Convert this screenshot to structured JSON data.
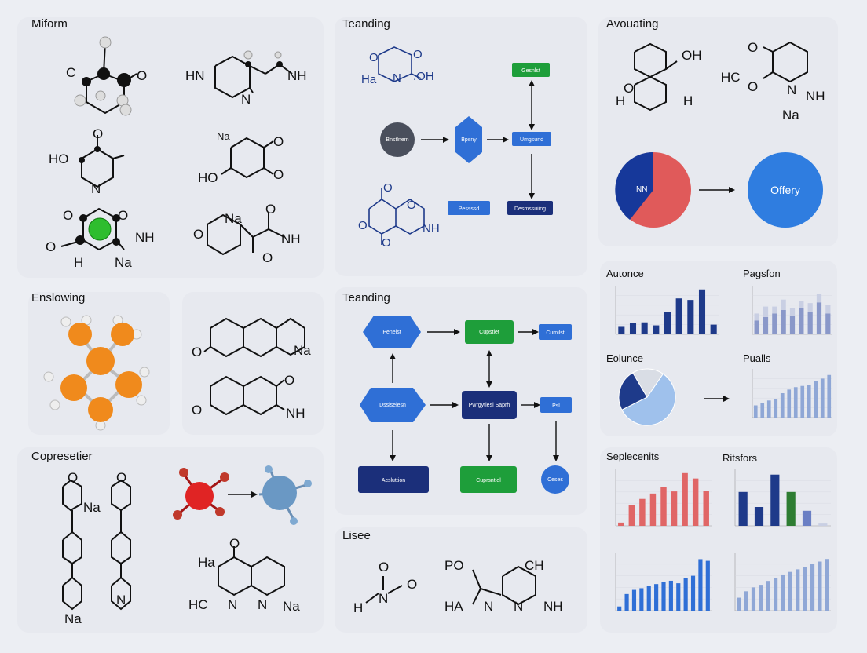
{
  "sections": {
    "miform": "Miform",
    "teanding_top": "Teanding",
    "avouating": "Avouating",
    "enslowing": "Enslowing",
    "teanding_mid": "Teanding",
    "copresetier": "Copresetier",
    "lisee": "Lisee",
    "autonce": "Autonce",
    "pagsfon": "Pagsfon",
    "eolunce": "Eolunce",
    "pualls": "Pualls",
    "seplecenits": "Seplecenits",
    "ritsfors": "Ritsfors"
  },
  "molecule_labels": {
    "m1_c": "C",
    "m1_o": "O",
    "m2_hn": "HN",
    "m2_n": "N",
    "m2_nh": "NH",
    "m3_ho": "HO",
    "m3_o": "O",
    "m3_n": "N",
    "m4_na": "Na",
    "m4_o": "O",
    "m4_ho": "HO",
    "m4_o2": "O",
    "m5_o1": "O",
    "m5_o2": "O",
    "m5_o3": "O",
    "m5_h": "H",
    "m5_nh": "NH",
    "m5_na": "Na",
    "m6_o": "O",
    "m6_na": "Na",
    "m6_o2": "O",
    "m6_nh": "NH",
    "m6_o3": "O",
    "m7_na": "Na",
    "m7_o": "O",
    "m8_o": "O",
    "m8_o2": "O",
    "m8_nh": "NH",
    "m9_o": "O",
    "m9_na": "Na",
    "m9_o2": "O",
    "m9_n": "N",
    "m9_na2": "Na",
    "m10_ha": "Ha",
    "m10_o": "O",
    "m10_hc": "HC",
    "m10_n": "N",
    "m10_n2": "N",
    "m10_na": "Na",
    "t1_o": "O",
    "t1_o2": "O",
    "t1_ha": "Ha",
    "t1_n": "N",
    "t1_oh": ".OH",
    "t2_o": "O",
    "t2_o2": "O",
    "t2_o3": "O",
    "t2_o4": "O",
    "t2_nh": "NH",
    "a1_oh": "OH",
    "a1_o": "O",
    "a1_h": "H",
    "a1_h2": "H",
    "a2_o": "O",
    "a2_hc": "HC",
    "a2_o2": "O",
    "a2_n": "N",
    "a2_nh": "NH",
    "a2_na": "Na",
    "l1_o": "O",
    "l1_o2": "O",
    "l1_h": "H",
    "l1_n": "N",
    "l2_po": "PO",
    "l2_ch": "CH",
    "l2_ha": "HA",
    "l2_n": "N",
    "l2_n2": "N",
    "l2_nh": "NH"
  },
  "flow_top": {
    "circle": "Bnstlnem",
    "diamond": "Bpsny",
    "box_top": "Gesnlst",
    "box_mid": "Umgsund",
    "box_left": "Pessssd",
    "box_right": "Desmssuiing"
  },
  "flow_mid": {
    "hex1": "Penelst",
    "box_green": "Cupstiet",
    "box_small1": "Cumilst",
    "hex2": "Dsslseiesn",
    "box_navy": "Pwrgytiesl Saprh",
    "box_small2": "Psl",
    "box_bottom_left": "Acsluttion",
    "box_bottom_green": "Cuprsntiel",
    "circle_bottom": "Ceses"
  },
  "avouating": {
    "pie_label": "NN",
    "circle_label": "Offery"
  },
  "chart_data": [
    {
      "type": "bar",
      "title": "Autonce",
      "values": [
        1,
        1.5,
        1.6,
        1.2,
        3,
        4.8,
        4.6,
        6,
        1.3
      ],
      "ylim": [
        0,
        6.5
      ],
      "colors": [
        "#1e3a8a"
      ]
    },
    {
      "type": "bar",
      "title": "Pagsfon",
      "series": [
        {
          "values": [
            2,
            2.5,
            3,
            3.5,
            2.6,
            3.8,
            3.2,
            4.6,
            3
          ]
        },
        {
          "values": [
            1,
            1.5,
            1,
            1.5,
            1.2,
            1,
            1.3,
            1.2,
            1.2
          ]
        }
      ],
      "ylim": [
        0,
        7
      ],
      "colors": [
        "#8a98c9",
        "#c9cfe3"
      ]
    },
    {
      "type": "pie",
      "title": "Eolunce",
      "values": [
        58,
        24,
        18
      ],
      "colors": [
        "#9fc1ec",
        "#1e3a8a",
        "#d9dde5"
      ]
    },
    {
      "type": "bar",
      "title": "Pualls",
      "values": [
        1,
        1.2,
        1.4,
        1.5,
        2,
        2.3,
        2.5,
        2.6,
        2.7,
        3,
        3.2,
        3.5
      ],
      "ylim": [
        0,
        4
      ],
      "colors": [
        "#8fa7d6"
      ]
    },
    {
      "type": "bar",
      "title": "Seplecenits",
      "values": [
        0.6,
        3.8,
        5,
        6,
        7.2,
        6.4,
        9.8,
        8.8,
        6.5
      ],
      "ylim": [
        0,
        10.5
      ],
      "colors": [
        "#e06666"
      ]
    },
    {
      "type": "bar",
      "title": "Ritsfors",
      "values": [
        4.5,
        2.5,
        6.8,
        4.5,
        2,
        0.3
      ],
      "ylim": [
        0,
        7.5
      ],
      "colors": [
        "#1e3a8a",
        "#1e3a8a",
        "#1e3a8a",
        "#2e7d32",
        "#6a7fc4",
        "#c9cfe3"
      ]
    },
    {
      "type": "bar",
      "values": [
        0.5,
        2,
        2.5,
        2.7,
        3,
        3.2,
        3.5,
        3.6,
        3.3,
        3.9,
        4.2,
        6.2,
        6
      ],
      "ylim": [
        0,
        7
      ],
      "colors": [
        "#2f6fd6"
      ]
    },
    {
      "type": "bar",
      "values": [
        1,
        1.5,
        1.8,
        2,
        2.3,
        2.5,
        2.8,
        3,
        3.2,
        3.4,
        3.6,
        3.8,
        4
      ],
      "ylim": [
        0,
        4.5
      ],
      "colors": [
        "#8fa7d6"
      ]
    }
  ]
}
